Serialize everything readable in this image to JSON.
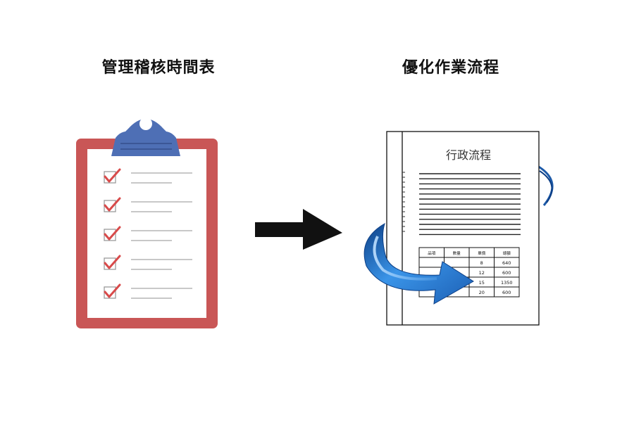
{
  "captions": {
    "left": "管理稽核時間表",
    "right": "優化作業流程"
  },
  "document": {
    "title": "行政流程",
    "table": {
      "headers": [
        "品項",
        "數量",
        "單價",
        "總額"
      ],
      "rows": [
        [
          "",
          "",
          "8",
          "640"
        ],
        [
          "",
          "",
          "12",
          "600"
        ],
        [
          "",
          "",
          "15",
          "1350"
        ],
        [
          "",
          "",
          "20",
          "600"
        ]
      ]
    }
  },
  "checklist": {
    "item_count": 5
  },
  "colors": {
    "clipboard": "#c95656",
    "clip": "#4e6fb5",
    "check": "#d84a4a",
    "arrow": "#111111",
    "curl": "#2f7fd6"
  }
}
